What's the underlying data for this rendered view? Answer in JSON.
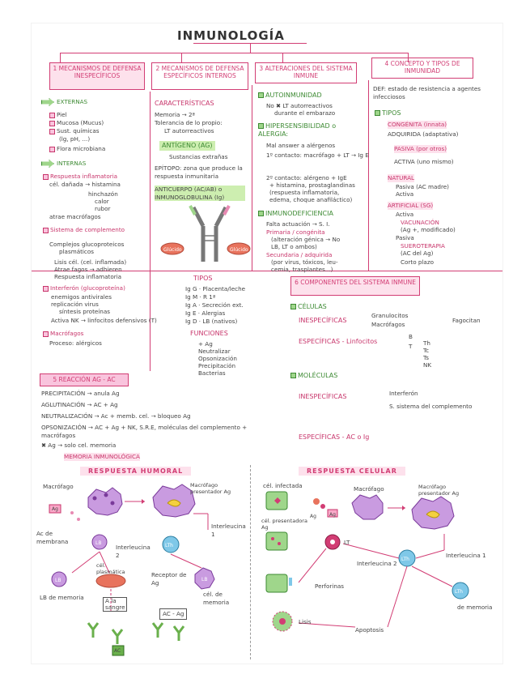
{
  "title": "INMUNOLOGÍA",
  "headers": {
    "h1": "1 MECANISMOS DE DEFENSA INESPECÍFICOS",
    "h2": "2 MECANISMOS DE DEFENSA ESPECÍFICOS INTERNOS",
    "h3": "3 ALTERACIONES DEL SISTEMA INMUNE",
    "h4": "4 CONCEPTO Y TIPOS DE INMUNIDAD",
    "h5": "5 REACCIÓN AG - AC",
    "h6": "6 COMPONENTES DEL SISTEMA INMUNE"
  },
  "col1": {
    "externas": "EXTERNAS",
    "ext_items": [
      "Piel",
      "Mucosa (Mucus)",
      "Sust. químicas",
      "(lg, pH, ...)",
      "Flora microbiana"
    ],
    "internas": "INTERNAS",
    "inflamatoria": "Respuesta inflamatoria",
    "cel_danada": "cél. dañada → histamina",
    "hinchazon": [
      "hinchazón",
      "calor",
      "rubor"
    ],
    "atrae": "atrae macrófagos",
    "complemento": "Sistema de complemento",
    "complemento_desc": [
      "Complejos glucoproteicos",
      "plasmáticos"
    ],
    "compl_items": [
      "Lisis cél. (cel. inflamada)",
      "Atrae fagos → adhieren",
      "Respuesta inflamatoria"
    ],
    "interferon": "Interferón (glucoproteína)",
    "interferon_items": [
      "enemigos antivirales",
      "replicación virus",
      "síntesis proteínas",
      "Activa NK → linfocitos defensivos (T)"
    ],
    "macrofagos": "Macrófagos",
    "fagos_item": "Proceso: alérgicos"
  },
  "col2": {
    "caracteristicas": "CARACTERÍSTICAS",
    "car_items": [
      "Memoria → 2ª",
      "Tolerancia de lo propio:",
      "LT autorreactivos"
    ],
    "antigeno": "ANTÍGENO (AG)",
    "ag_desc": [
      "Sustancias extrañas"
    ],
    "epitopo": "EPÍTOPO: zona que produce la respuesta inmunitaria",
    "anticuerpo": "ANTICUERPO (AC/AB) o INMUNOGLOBULINA (Ig)",
    "gluc_left": "Glúcido",
    "gluc_right": "Glúcido",
    "tipos": "TIPOS",
    "tipos_items": [
      "Ig G · Placenta/leche",
      "Ig M · R 1ª",
      "Ig A · Secreción ext.",
      "Ig E · Alergias",
      "Ig D · LB (nativos)"
    ],
    "funciones": "FUNCIONES",
    "func_items": [
      "+ Ag",
      "Neutralizar",
      "Opsonización",
      "Precipitación",
      "Bacterias"
    ]
  },
  "col3": {
    "autoinmunidad": "AUTOINMUNIDAD",
    "auto_desc": [
      "No ✖ LT autorreactivos",
      "durante el embarazo"
    ],
    "hipersens": "HIPERSENSIBILIDAD o ALERGIA:",
    "hip_desc": [
      "Mal answer a alérgenos"
    ],
    "hip_1": "1º contacto: macrófago + LT → Ig E",
    "hip_2": [
      "2º contacto: alérgeno + IgE",
      "+ histamina, prostaglandinas",
      "(respuesta inflamatoria,",
      "edema, choque anafiláctico)"
    ],
    "inmunodef": "INMUNODEFICIENCIA",
    "inm_items": [
      "Falta actuación → S. I.",
      "Primaria / congénita",
      "(alteración génica → No",
      "LB, LT o ambos)",
      "Secundaria / adquirida",
      "(por virus, tóxicos, leu-",
      "cemia, trasplantes...)"
    ]
  },
  "col4": {
    "def": "DEF: estado de resistencia a agentes infecciosos",
    "tipos": "TIPOS",
    "congenita": "CONGÉNITA (innata)",
    "adquirida": "ADQUIRIDA (adaptativa)",
    "pasiva": "PASIVA (por otros)",
    "activa": "ACTIVA (uno mismo)",
    "natural": "NATURAL",
    "nat_items": [
      "Pasiva (AC madre)",
      "Activa"
    ],
    "artificial": "ARTIFICIAL (SG)",
    "art_items": [
      "Activa",
      "VACUNACIÓN",
      "(Ag +, modificado)",
      "Pasiva",
      "SUEROTERAPIA",
      "(AC del Ag)",
      "Corto plazo"
    ]
  },
  "col6": {
    "celulas": "CÉLULAS",
    "inesp_cel": "INESPECÍFICAS",
    "gran": [
      "Granulocitos",
      "Macrófagos"
    ],
    "fagocitan": "Fagocitan",
    "esp_cel": "ESPECÍFICAS - Linfocitos",
    "lin_b": "B",
    "lin_t": "T",
    "t_types": [
      "Th",
      "Tc",
      "Ts",
      "NK"
    ],
    "moleculas": "MOLÉCULAS",
    "inesp_mol": "INESPECÍFICAS",
    "mol_items": [
      "Interferón",
      "S. sistema del complemento"
    ],
    "esp_mol": "ESPECÍFICAS - AC o Ig"
  },
  "col5": {
    "items": [
      "PRECIPITACIÓN → anula Ag",
      "AGLUTINACIÓN → AC + Ag",
      "NEUTRALIZACIÓN → Ac + memb. cel. → bloqueo Ag",
      "OPSONIZACIÓN → AC + Ag + NK, S.R.E, moléculas del complemento + macrófagos",
      "✖ Ag → solo cel. memoria"
    ],
    "memoria": "MEMORIA INMUNOLÓGICA"
  },
  "bottom": {
    "humoral": "RESPUESTA HUMORAL",
    "celular": "RESPUESTA CELULAR",
    "h_labels": {
      "macrofago": "Macrófago",
      "ag": "Ag",
      "presentador": "Macrófago presentador Ag",
      "interleucina1": "Interleucina 1",
      "ac_membrana": "Ac de membrana",
      "lb": "LB",
      "interleucina2": "Interleucina 2",
      "cel_plasmatica": "cél. plasmática",
      "receptor": "Receptor de Ag",
      "lth": "LTh",
      "lb_memoria": "LB de memoria",
      "cel_memoria": "cél. de memoria",
      "sangre": "A la sangre",
      "ac_ag": "AC - Ag",
      "ac": "AC"
    },
    "c_labels": {
      "infectada": "cél. infectada",
      "macrofago": "Macrófago",
      "presentador": "Macrófago presentador Ag",
      "presentadora": "cél. presentadora Ag",
      "ag1": "Ag",
      "ag2": "Ag",
      "lt": "LT",
      "interleucina1": "Interleucina 1",
      "interleucina2": "Interleucina 2",
      "lth": "LTh",
      "perforina": "Perforinas",
      "lisis": "Lisis",
      "memoria": "de memoria",
      "apoptosis": "Apoptosis"
    }
  }
}
